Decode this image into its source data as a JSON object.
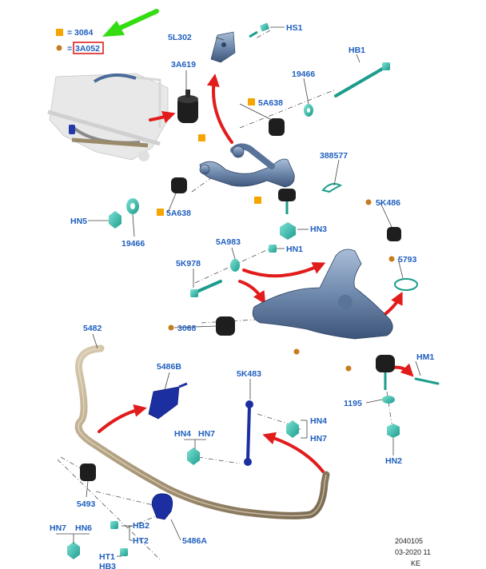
{
  "legend": {
    "square_code": "3084",
    "dot_code": "3A052",
    "square_color": "#f5a400",
    "dot_color": "#c87a1e",
    "highlight_color": "#e02020",
    "arrow_color": "#33dd11"
  },
  "labels": {
    "5L302": "5L302",
    "HS1": "HS1",
    "HB1": "HB1",
    "3A619": "3A619",
    "19466_top": "19466",
    "5A638_top": "5A638",
    "388577": "388577",
    "HN5": "HN5",
    "5A638_mid": "5A638",
    "19466_mid": "19466",
    "HN3": "HN3",
    "5K486": "5K486",
    "5A983": "5A983",
    "HN1": "HN1",
    "5793": "5793",
    "5K978": "5K978",
    "3068": "3068",
    "HM1": "HM1",
    "1195": "1195",
    "HN2_right": "HN2",
    "5482": "5482",
    "5486B": "5486B",
    "5K483": "5K483",
    "HN4_right": "HN4",
    "HN7_right": "HN7",
    "HN4_left": "HN4",
    "HN7_left": "HN7",
    "5493": "5493",
    "HN7_bottom": "HN7",
    "HN6": "HN6",
    "HB2": "HB2",
    "HT2": "HT2",
    "5486A": "5486A",
    "HT1": "HT1",
    "HB3": "HB3"
  },
  "footer": {
    "number": "2040105",
    "date": "03-2020 11",
    "author": "KE"
  }
}
